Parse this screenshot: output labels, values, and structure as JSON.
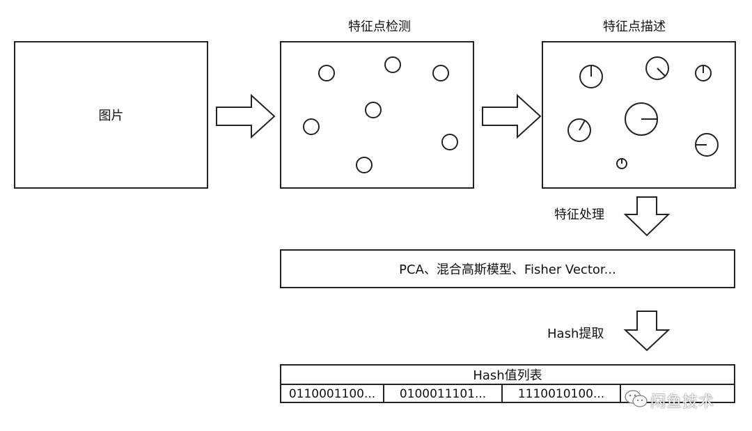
{
  "boxes": {
    "image_label": "图片",
    "detection_title": "特征点检测",
    "description_title": "特征点描述"
  },
  "steps": {
    "feature_processing": "特征处理",
    "methods": "PCA、混合高斯模型、Fisher Vector...",
    "hash_extract": "Hash提取"
  },
  "hash_table": {
    "title": "Hash值列表",
    "cells": [
      "0110001100...",
      "0100011101...",
      "1110010100...",
      ""
    ]
  },
  "watermark": {
    "text": "闲鱼技术",
    "icon": "wechat-icon"
  }
}
